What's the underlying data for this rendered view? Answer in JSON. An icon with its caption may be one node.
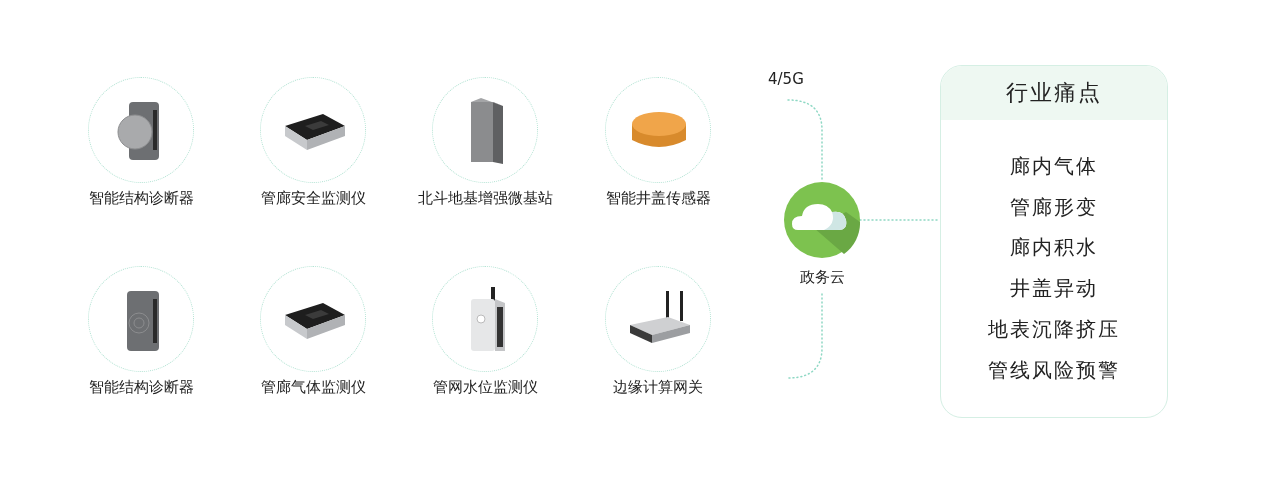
{
  "diagram": {
    "nodes": [
      {
        "text": [
          "智能结构诊断器"
        ]
      },
      {
        "text": [
          "管廊安全监测仪"
        ]
      },
      {
        "text": [
          "北斗地基增强微基站"
        ]
      },
      {
        "text": [
          "智能井盖传感器"
        ]
      },
      {
        "text": [
          "智能结构诊断器"
        ]
      },
      {
        "text": [
          "管廊气体监测仪"
        ]
      },
      {
        "text": [
          "管网水位监测仪"
        ]
      },
      {
        "text": [
          "边缘计算网关"
        ]
      },
      {
        "text": [
          "政务云"
        ]
      },
      {
        "text": [
          "行业痛点",
          "廊内气体",
          "管廊形变",
          "廊内积水",
          "井盖异动",
          "地表沉降挤压",
          "管线风险预警"
        ]
      }
    ],
    "edges": [
      {
        "from": null,
        "to": 8,
        "arrow": "none"
      },
      {
        "from": 8,
        "to": null,
        "arrow": "none"
      },
      {
        "from": 8,
        "to": 9,
        "arrow": "none"
      }
    ],
    "labels": [
      "4/5G"
    ]
  }
}
